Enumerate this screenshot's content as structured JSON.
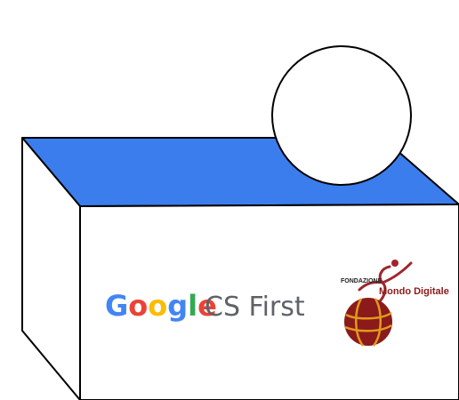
{
  "logos": {
    "google": {
      "letters": [
        "G",
        "o",
        "o",
        "g",
        "l",
        "e"
      ],
      "letter_colors": [
        "#4285F4",
        "#EA4335",
        "#FBBC05",
        "#4285F4",
        "#34A853",
        "#EA4335"
      ],
      "product": "CS First",
      "product_color": "#5f6368"
    },
    "fondazione": {
      "line1": "FONDAZIONE",
      "line2": "Mondo Digitale",
      "globe_color": "#8b1a1a",
      "globe_accent": "#e09a1e",
      "figure_color": "#a0262c"
    }
  },
  "colors": {
    "box_top": "#3b7ded",
    "outline": "#000000",
    "face": "#ffffff"
  }
}
